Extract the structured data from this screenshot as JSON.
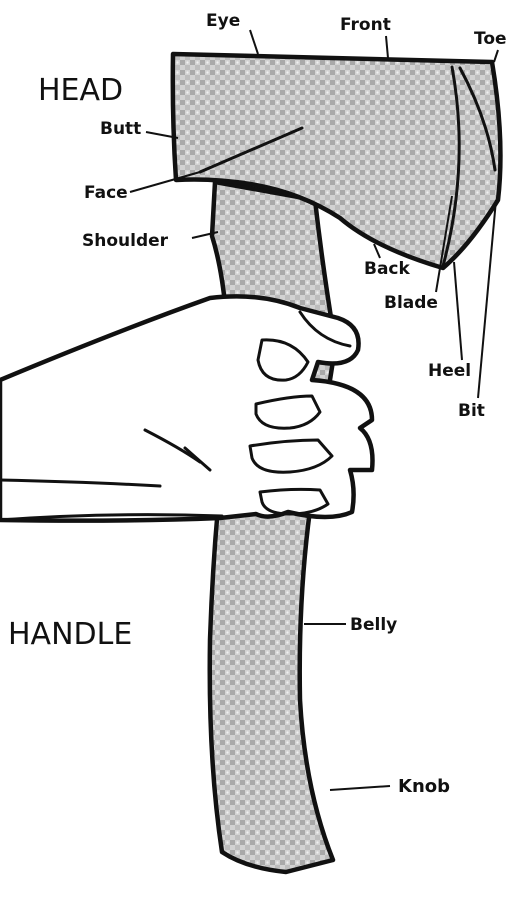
{
  "sections": {
    "head": "HEAD",
    "handle": "HANDLE"
  },
  "parts": {
    "eye": "Eye",
    "front": "Front",
    "toe": "Toe",
    "butt": "Butt",
    "face": "Face",
    "shoulder": "Shoulder",
    "back": "Back",
    "blade": "Blade",
    "heel": "Heel",
    "bit": "Bit",
    "belly": "Belly",
    "knob": "Knob"
  },
  "colors": {
    "ink": "#111111",
    "fill": "#c8c8c8",
    "paper": "#ffffff"
  }
}
